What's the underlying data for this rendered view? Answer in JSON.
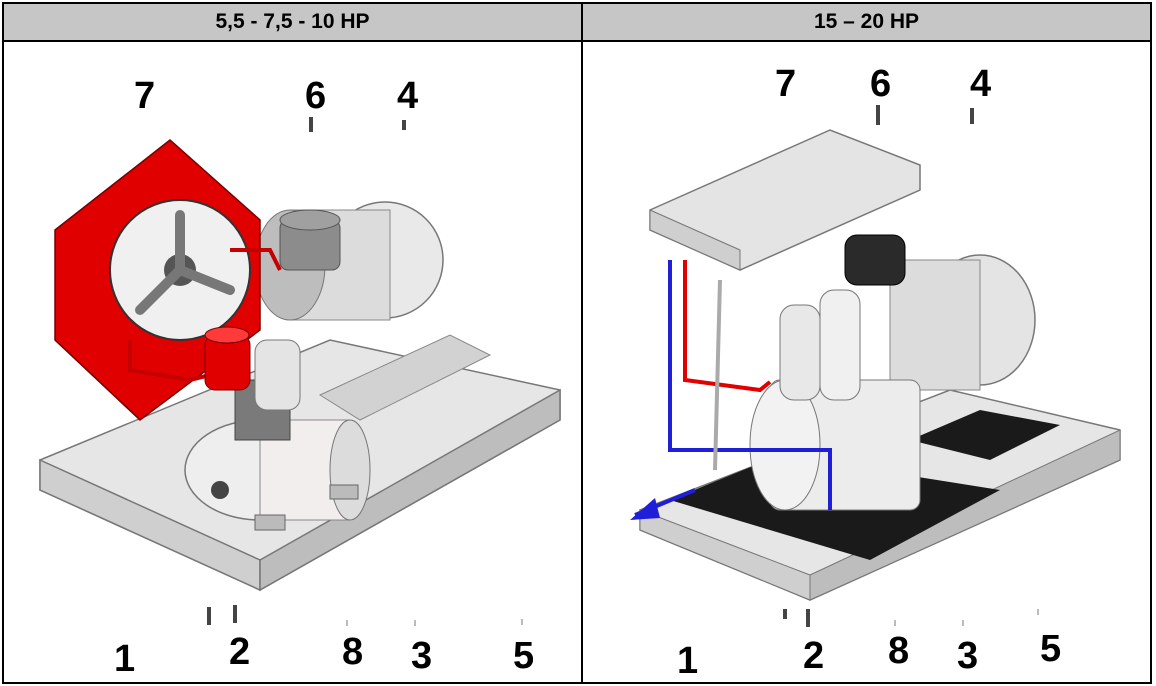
{
  "headers": {
    "left": "5,5 - 7,5 - 10 HP",
    "right": "15 – 20 HP"
  },
  "left_panel": {
    "callouts_top": [
      "7",
      "6",
      "4"
    ],
    "callouts_bottom": [
      "1",
      "2",
      "8",
      "3",
      "5"
    ]
  },
  "right_panel": {
    "callouts_top": [
      "7",
      "6",
      "4"
    ],
    "callouts_bottom": [
      "1",
      "2",
      "8",
      "3",
      "5"
    ]
  },
  "colors": {
    "header_bg": "#c6c6c6",
    "cooler_red": "#e00000",
    "pipe_blue": "#1f1fd8",
    "pipe_red": "#e00000",
    "base_black": "#1a1a1a"
  }
}
